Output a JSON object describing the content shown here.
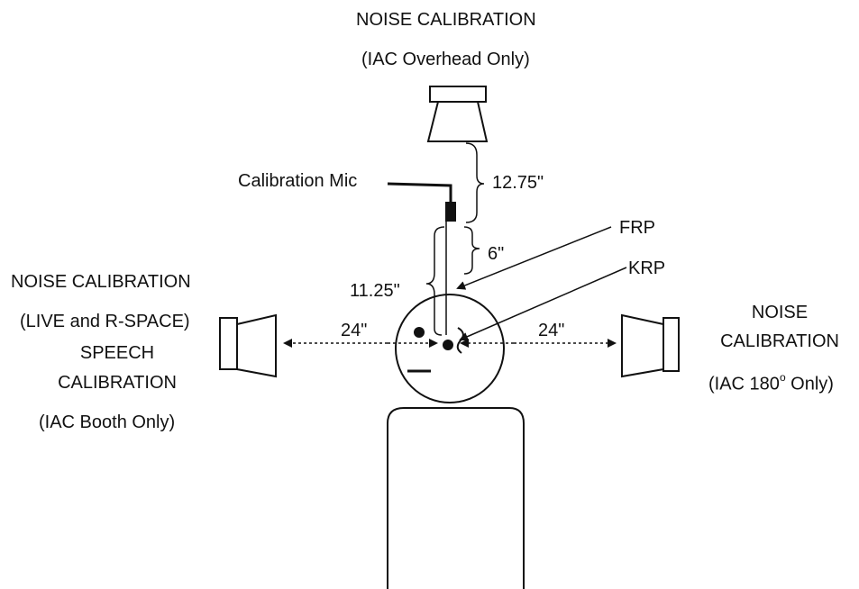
{
  "overhead_speaker": {
    "title": "NOISE CALIBRATION",
    "subtitle": "(IAC Overhead Only)"
  },
  "left_speaker": {
    "title": "NOISE CALIBRATION",
    "subtitle": "(LIVE and R-SPACE)",
    "title2_line1": "SPEECH",
    "title2_line2": "CALIBRATION",
    "subtitle2": "(IAC Booth Only)"
  },
  "right_speaker": {
    "title_line1": "NOISE",
    "title_line2": "CALIBRATION",
    "subtitle_prefix": "(IAC 180",
    "subtitle_degree": "o",
    "subtitle_suffix": " Only)"
  },
  "labels": {
    "calibration_mic": "Calibration Mic",
    "dim_overhead_to_mic": "12.75\"",
    "dim_mic_to_frp": "6\"",
    "dim_overhead_total": "11.25\"",
    "dim_left": "24\"",
    "dim_right": "24\"",
    "frp": "FRP",
    "krp": "KRP"
  },
  "colors": {
    "ink": "#111111",
    "background": "#ffffff"
  }
}
